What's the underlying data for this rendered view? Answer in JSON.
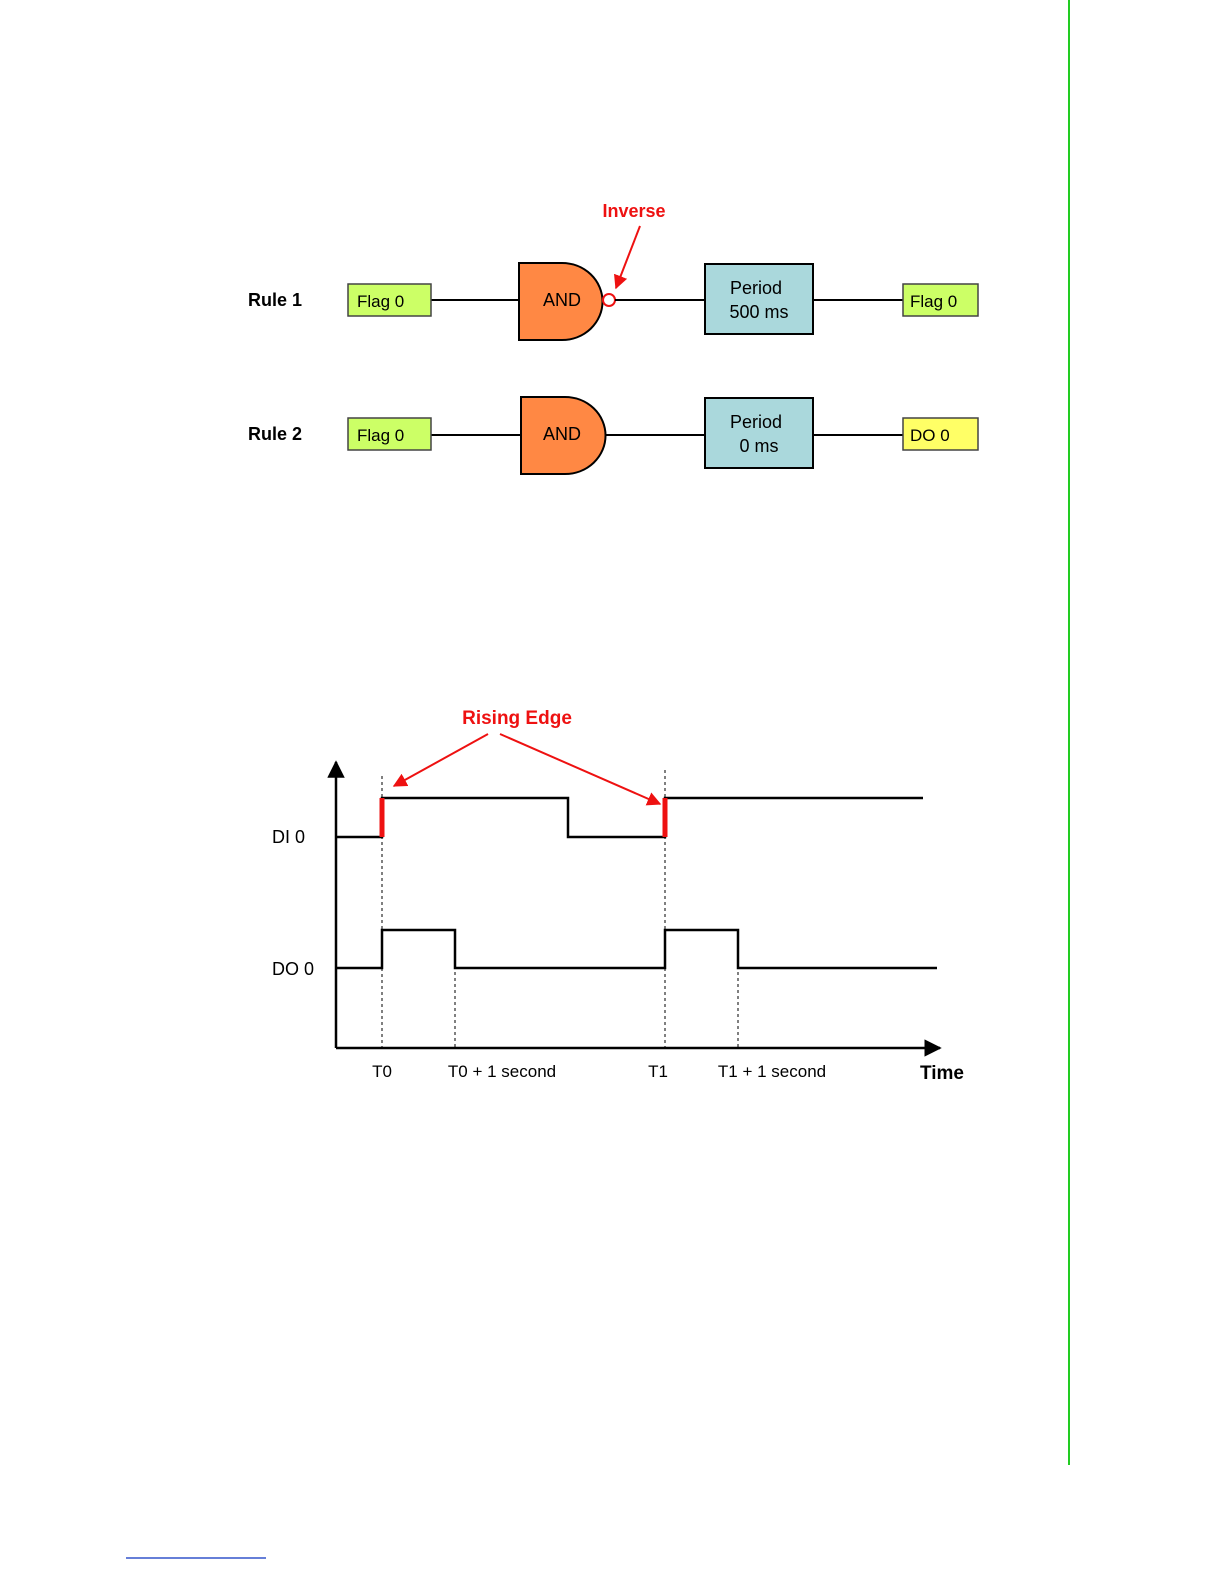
{
  "colors": {
    "flag": "#CCFF66",
    "do_box": "#FFFF66",
    "gate": "#FF8844",
    "period": "#AAD8DC",
    "annotation": "#EE1111",
    "accent_line": "#22CC22"
  },
  "logic": {
    "annotation_inverse": "Inverse",
    "rule1": {
      "label": "Rule 1",
      "input": "Flag 0",
      "gate": "AND",
      "period_line1": "Period",
      "period_line2": "500 ms",
      "output": "Flag 0"
    },
    "rule2": {
      "label": "Rule 2",
      "input": "Flag 0",
      "gate": "AND",
      "period_line1": "Period",
      "period_line2": "0 ms",
      "output": "DO 0"
    }
  },
  "timing": {
    "annotation_rising": "Rising Edge",
    "signal_di": "DI 0",
    "signal_do": "DO 0",
    "ticks": [
      "T0",
      "T0 + 1 second",
      "T1",
      "T1 + 1 second"
    ],
    "axis_label": "Time"
  }
}
